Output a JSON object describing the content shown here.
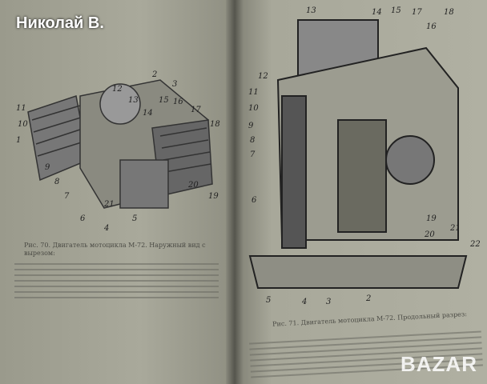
{
  "watermark_owner": "Николай В.",
  "watermark_site": "BAZAR",
  "left_page": {
    "figure_caption": "Рис. 70. Двигатель мотоцикла М-72. Наружный вид с вырезом:",
    "callouts": [
      "1",
      "2",
      "3",
      "4",
      "5",
      "6",
      "7",
      "8",
      "9",
      "10",
      "11",
      "12",
      "13",
      "14",
      "15",
      "16",
      "17",
      "18",
      "19",
      "20",
      "21"
    ]
  },
  "right_page": {
    "figure_caption": "Рис. 71. Двигатель мотоцикла М-72. Продольный разрез:",
    "callouts_bottom": [
      "5",
      "4",
      "3",
      "2"
    ],
    "callouts_left": [
      "11",
      "12",
      "10",
      "9",
      "8",
      "7",
      "6"
    ],
    "callouts_top": [
      "13",
      "14",
      "15",
      "17",
      "16",
      "18"
    ],
    "callouts_right": [
      "19",
      "20",
      "21",
      "22"
    ]
  }
}
